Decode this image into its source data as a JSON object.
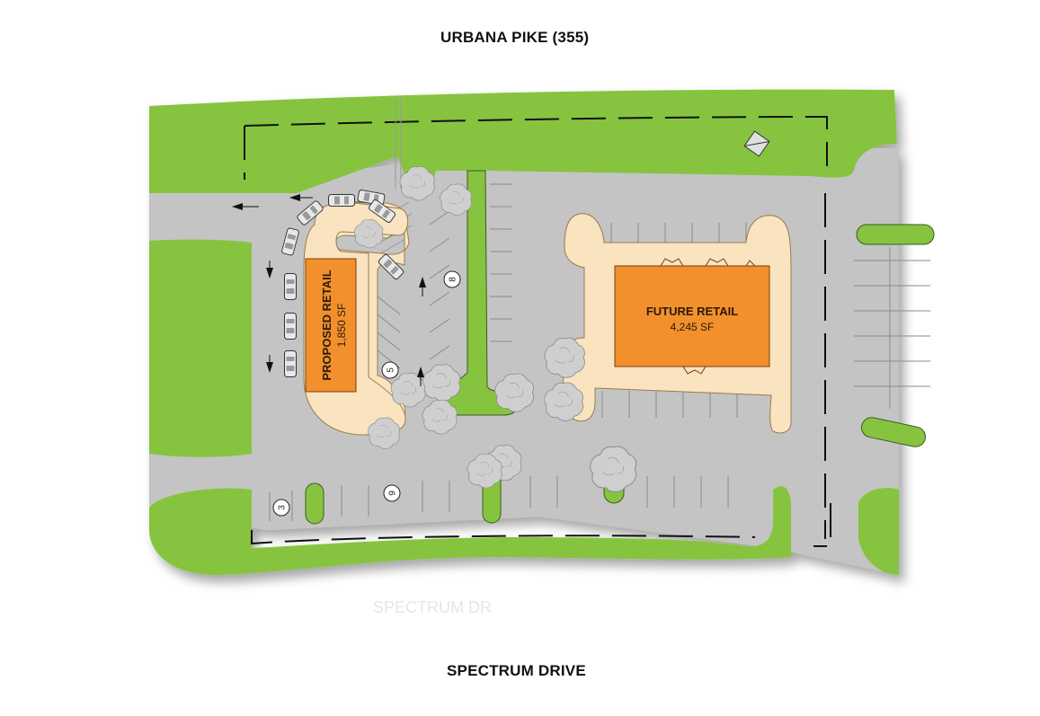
{
  "streets": {
    "north": "URBANA PIKE (355)",
    "south": "SPECTRUM DRIVE",
    "south_faint": "SPECTRUM DR"
  },
  "buildings": {
    "proposed": {
      "title": "PROPOSED RETAIL",
      "area": "1,850 SF"
    },
    "future": {
      "title": "FUTURE RETAIL",
      "area": "4,245 SF"
    }
  },
  "parking_counts": {
    "row_a": "8",
    "row_b": "5",
    "row_c": "9",
    "row_d": "3"
  },
  "colors": {
    "grass": "#86c440",
    "pavement": "#c4c4c4",
    "pad": "#f9e4bf",
    "building": "#f2902e"
  },
  "icons": [
    "tree-icon",
    "car-icon",
    "arrow-icon",
    "dumpster-icon"
  ]
}
